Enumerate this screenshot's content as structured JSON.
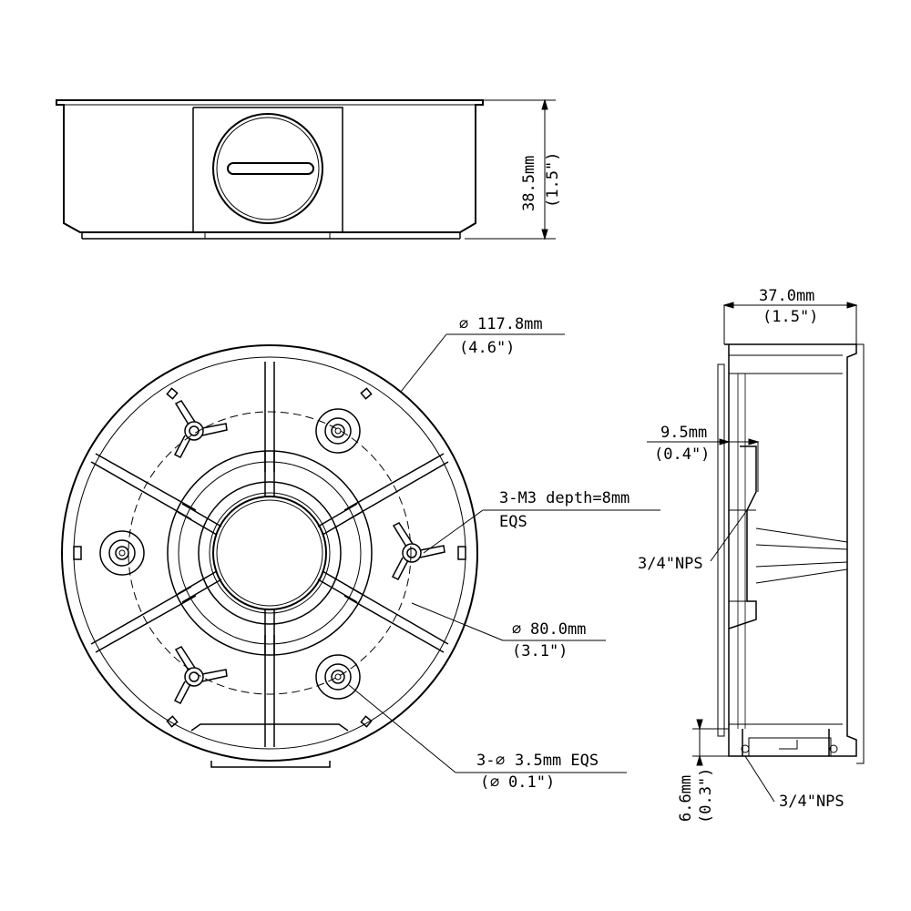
{
  "drawing": {
    "height_mm": "38.5mm",
    "height_in": "(1.5\")",
    "diameter_mm": "117.8mm",
    "diameter_in": "(4.6\")",
    "depth_mm": "37.0mm",
    "depth_in": "(1.5\")",
    "offset_mm": "9.5mm",
    "offset_in": "(0.4\")",
    "m3_spec": "3-M3 depth=8mm",
    "m3_eqs": "EQS",
    "pcd_mm": "80.0mm",
    "pcd_in": "(3.1\")",
    "hole_spec": "3-",
    "hole_mm": "3.5mm EQS",
    "hole_in": "0.1\")",
    "nps_side": "3/4\"NPS",
    "nps_bottom": "3/4\"NPS",
    "base_mm": "6.6mm",
    "base_in": "(0.3\")"
  }
}
